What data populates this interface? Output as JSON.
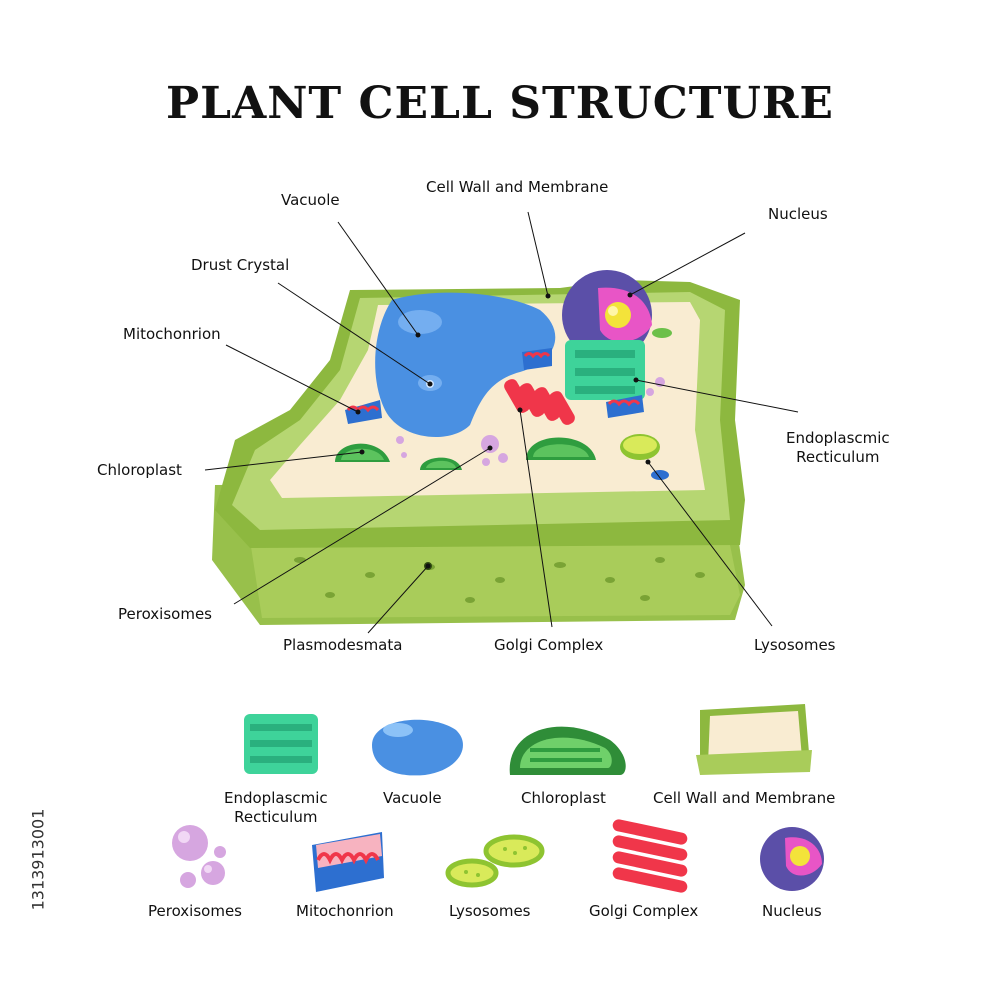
{
  "title": "PLANT CELL STRUCTURE",
  "labels": {
    "cell_wall": "Cell Wall and Membrane",
    "vacuole": "Vacuole",
    "nucleus": "Nucleus",
    "drust_crystal": "Drust Crystal",
    "mitochondrion": "Mitochonrion",
    "chloroplast": "Chloroplast",
    "er_line1": "Endoplascmic",
    "er_line2": "Recticulum",
    "peroxisomes": "Peroxisomes",
    "plasmodesmata": "Plasmodesmata",
    "golgi": "Golgi Complex",
    "lysosomes": "Lysosomes"
  },
  "legend": {
    "row1": [
      "Endoplascmic",
      "Vacuole",
      "Chloroplast",
      "Cell Wall and Membrane"
    ],
    "row1_er_line2": "Recticulum",
    "row2": [
      "Peroxisomes",
      "Mitochonrion",
      "Lysosomes",
      "Golgi Complex",
      "Nucleus"
    ]
  },
  "side_id": "1313913001",
  "colors": {
    "wall_light": "#a9cc5a",
    "wall_dark": "#8db83f",
    "cytoplasm": "#f9ecd2",
    "vacuole": "#4a90e2",
    "er": "#3ed39a",
    "chloroplast": "#2f9d3f",
    "golgi": "#f0364a",
    "mitochondrion": "#2d6fd0",
    "nucleus_outer": "#5b4fa8",
    "nucleus_inner": "#e855c6",
    "nucleolus": "#f3e33a",
    "peroxisome": "#d6a6e0",
    "lysosome": "#b8d83a"
  }
}
